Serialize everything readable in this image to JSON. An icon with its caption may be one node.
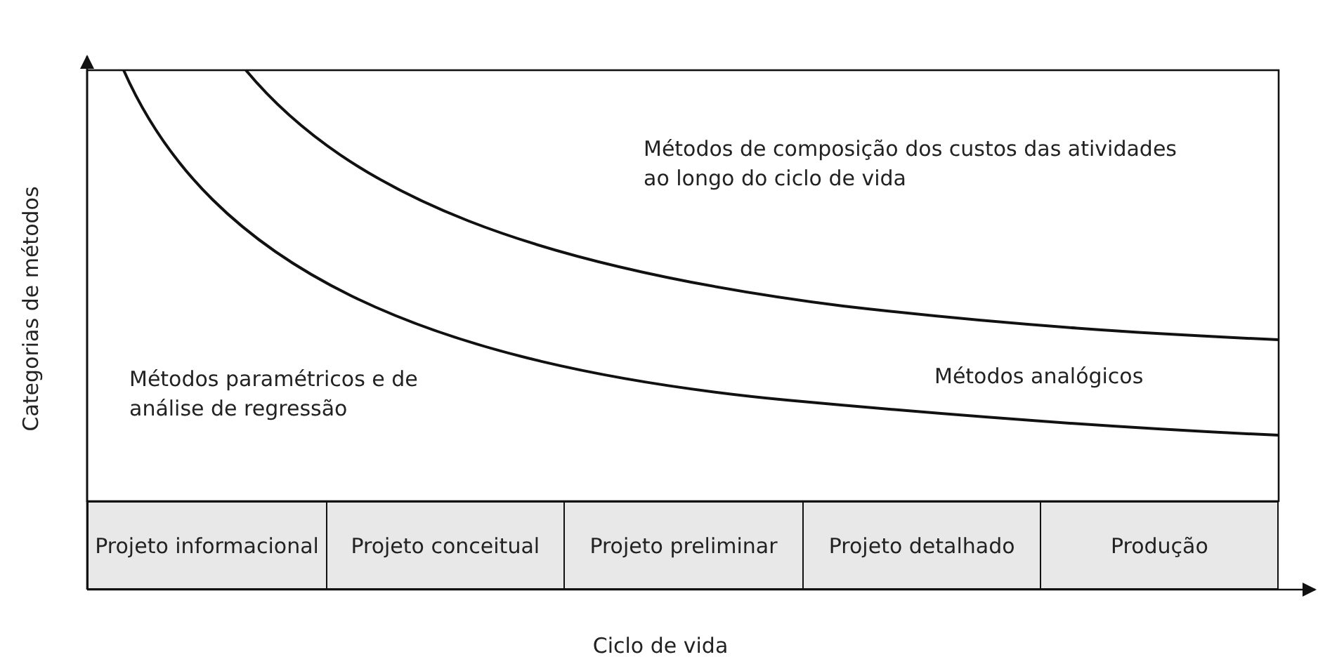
{
  "diagram": {
    "nodes": [
      {
        "text": [
          "Projeto informacional"
        ]
      },
      {
        "text": [
          "Projeto conceitual"
        ]
      },
      {
        "text": [
          "Projeto preliminar"
        ]
      },
      {
        "text": [
          "Projeto detalhado"
        ]
      },
      {
        "text": [
          "Produção"
        ]
      }
    ],
    "labels": [
      "Métodos de composição dos custos das atividades ao longo do ciclo de vida",
      "Métodos analógicos",
      "Métodos paramétricos e de análise de regressão",
      "Categorias de métodos",
      "Ciclo de vida"
    ]
  }
}
